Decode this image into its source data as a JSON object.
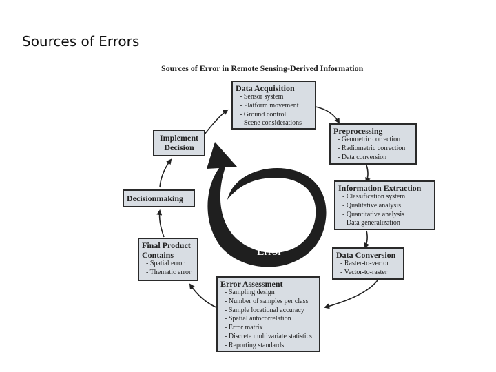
{
  "slide": {
    "title": "Sources of Errors"
  },
  "figure": {
    "title": "Sources of Error in Remote Sensing-Derived Information",
    "center_label": "Error",
    "boxes": {
      "data_acquisition": {
        "title": "Data Acquisition",
        "items": [
          "Sensor system",
          "Platform movement",
          "Ground control",
          "Scene considerations"
        ]
      },
      "preprocessing": {
        "title": "Preprocessing",
        "items": [
          "Geometric correction",
          "Radiometric correction",
          "Data conversion"
        ]
      },
      "information_extraction": {
        "title": "Information Extraction",
        "items": [
          "Classification system",
          "Qualitative analysis",
          "Quantitative analysis",
          "Data generalization"
        ]
      },
      "data_conversion": {
        "title": "Data Conversion",
        "items": [
          "Raster-to-vector",
          "Vector-to-raster"
        ]
      },
      "error_assessment": {
        "title": "Error Assessment",
        "items": [
          "Sampling design",
          "Number of samples per class",
          "Sample locational accuracy",
          "Spatial autocorrelation",
          "Error matrix",
          "Discrete multivariate statistics",
          "Reporting standards"
        ]
      },
      "final_product": {
        "title_line1": "Final Product",
        "title_line2": "Contains",
        "items": [
          "Spatial error",
          "Thematic error"
        ]
      },
      "decisionmaking": {
        "title": "Decisionmaking"
      },
      "implement_decision": {
        "title_line1": "Implement",
        "title_line2": "Decision"
      }
    }
  }
}
